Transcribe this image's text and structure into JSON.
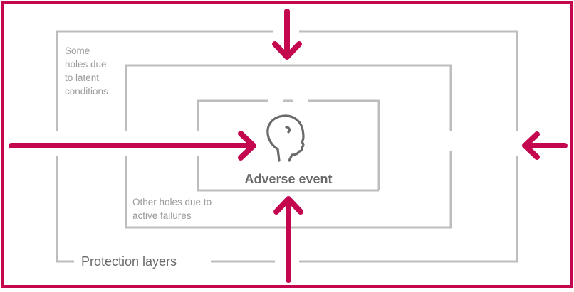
{
  "diagram": {
    "title": "",
    "center_label": "Adverse event",
    "latent_note": [
      "Some",
      "holes due",
      "to latent",
      "conditions"
    ],
    "active_note": [
      "Other holes due to",
      "active failures"
    ],
    "layers_label": "Protection layers",
    "colors": {
      "frame": "#c4064f",
      "arrows": "#c4064f",
      "layers": "#bdbdbd",
      "text": "#6a6a6a",
      "note_text": "#9a9a9a",
      "icon": "#6a6a6a"
    },
    "icons": {
      "center": "head-profile-icon"
    }
  }
}
